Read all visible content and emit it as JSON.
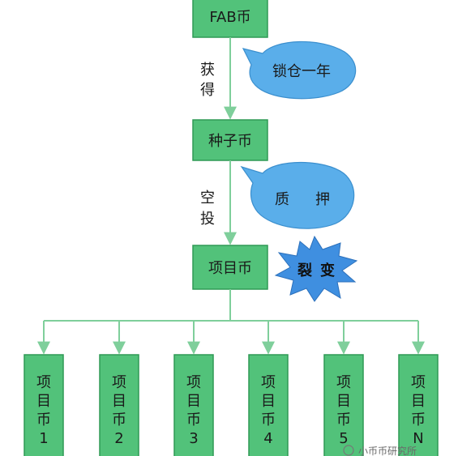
{
  "nodes": {
    "fab": "FAB币",
    "seed": "种子币",
    "project": "项目币"
  },
  "edge_labels": {
    "obtain": [
      "获",
      "得"
    ],
    "airdrop": [
      "空",
      "投"
    ]
  },
  "bubbles": {
    "lock": "锁仓一年",
    "pledge": [
      "质",
      "押"
    ]
  },
  "burst": [
    "裂",
    "变"
  ],
  "children": [
    [
      "项",
      "目",
      "币",
      "1"
    ],
    [
      "项",
      "目",
      "币",
      "2"
    ],
    [
      "项",
      "目",
      "币",
      "3"
    ],
    [
      "项",
      "目",
      "币",
      "4"
    ],
    [
      "项",
      "目",
      "币",
      "5"
    ],
    [
      "项",
      "目",
      "币",
      "N"
    ]
  ],
  "watermark": "小币币研究所",
  "colors": {
    "box_fill": "#52c27a",
    "connector": "#7fcf9b",
    "bubble": "#5aaeea",
    "burst": "#3f8fe0"
  }
}
